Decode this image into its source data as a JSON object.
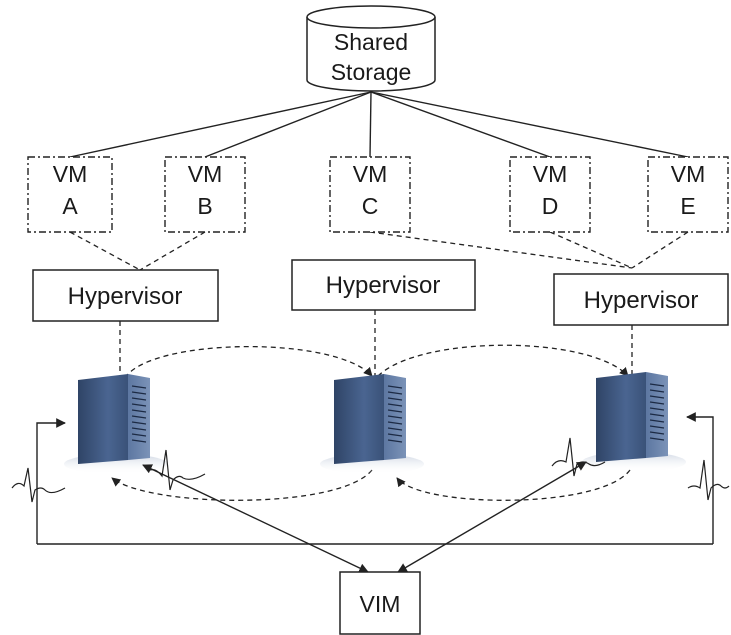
{
  "storage": {
    "line1": "Shared",
    "line2": "Storage"
  },
  "vms": [
    {
      "line1": "VM",
      "line2": "A"
    },
    {
      "line1": "VM",
      "line2": "B"
    },
    {
      "line1": "VM",
      "line2": "C"
    },
    {
      "line1": "VM",
      "line2": "D"
    },
    {
      "line1": "VM",
      "line2": "E"
    }
  ],
  "hypervisors": [
    {
      "label": "Hypervisor"
    },
    {
      "label": "Hypervisor"
    },
    {
      "label": "Hypervisor"
    }
  ],
  "vim": {
    "label": "VIM"
  },
  "colors": {
    "server_dark": "#2f4466",
    "server_mid": "#4a6591",
    "server_light": "#7b93b8",
    "line": "#222222"
  },
  "icons": {
    "server": "server-tower-icon",
    "heartbeat": "heartbeat-wave-icon"
  }
}
